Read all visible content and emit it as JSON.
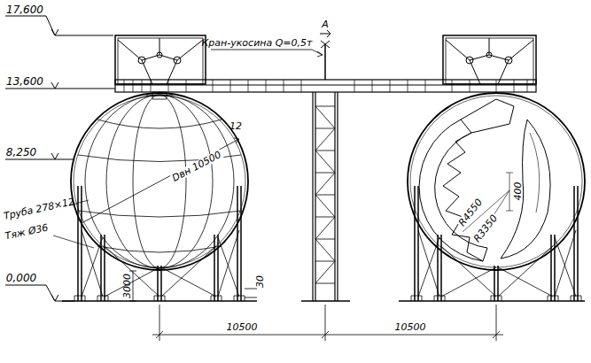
{
  "diagram": {
    "labels": [
      "17,600",
      "13,600",
      "8,250",
      "0,000",
      "Кран-укосина Q=0,5т",
      "А",
      "Dвн 10500",
      "12",
      "Труба 278×12",
      "Тяж Ø36",
      "3000",
      "30",
      "10500",
      "10500",
      "400",
      "R4550",
      "R3350"
    ]
  }
}
